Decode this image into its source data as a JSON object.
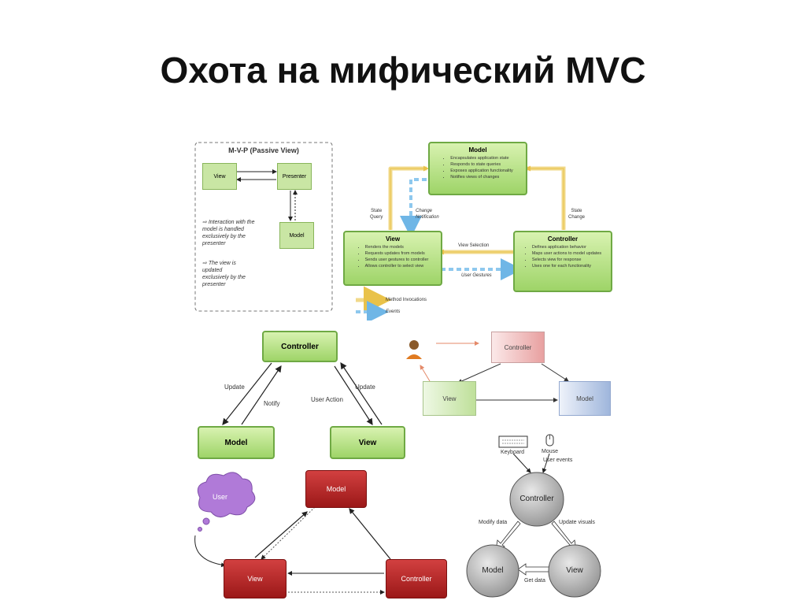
{
  "slide": {
    "title": "Охота на мифический MVC"
  },
  "mvp": {
    "title": "M-V-P (Passive View)",
    "view": "View",
    "presenter": "Presenter",
    "model": "Model",
    "note1": [
      "Interaction with the",
      "model is handled",
      "exclusively by the",
      "presenter"
    ],
    "note2": [
      "The view is",
      "updated",
      "exclusively by the",
      "presenter"
    ]
  },
  "mvc_detail": {
    "model": {
      "title": "Model",
      "items": [
        "Encapsulates application state",
        "Responds to state queries",
        "Exposes application functionality",
        "Notifies views of changes"
      ]
    },
    "view": {
      "title": "View",
      "items": [
        "Renders the models",
        "Requests updates from models",
        "Sends user gestures to controller",
        "Allows controller to select view"
      ]
    },
    "controller": {
      "title": "Controller",
      "items": [
        "Defines application behavior",
        "Maps user actions to model updates",
        "Selects view for response",
        "Uses one for each functionality"
      ]
    },
    "labels": {
      "state_query": [
        "State",
        "Query"
      ],
      "change_notification": [
        "Change",
        "Notification"
      ],
      "state_change": [
        "State",
        "Change"
      ],
      "view_selection": "View Selection",
      "user_gestures": "User Gestures"
    },
    "legend": {
      "method": "Method Invocations",
      "events": "Events"
    }
  },
  "triangle": {
    "controller": "Controller",
    "model": "Model",
    "view": "View",
    "update_left": "Update",
    "notify": "Notify",
    "user_action": "User Action",
    "update_right": "Update"
  },
  "user_flow": {
    "controller": "Controller",
    "view": "View",
    "model": "Model"
  },
  "red": {
    "user": "User",
    "model": "Model",
    "view": "View",
    "controller": "Controller"
  },
  "circles": {
    "keyboard": "Keyboard",
    "mouse": "Mouse",
    "user_events": "User events",
    "controller": "Controller",
    "modify_data": "Modify data",
    "update_visuals": "Update visuals",
    "model": "Model",
    "view": "View",
    "get_data": "Get data"
  }
}
